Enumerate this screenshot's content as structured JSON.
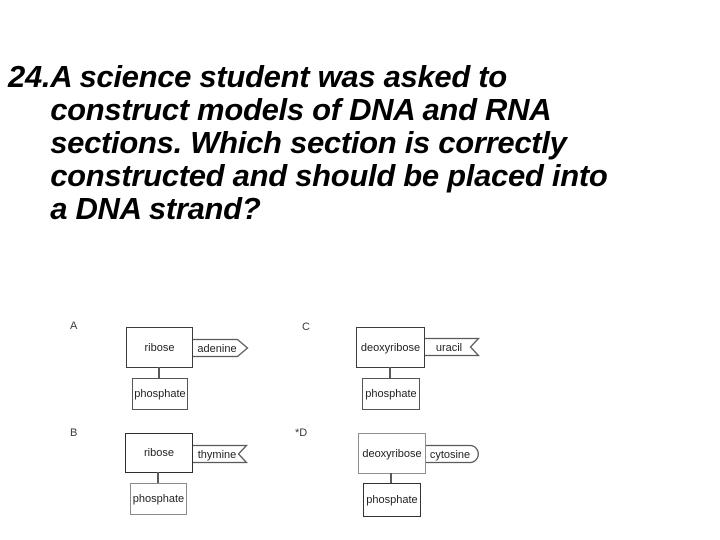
{
  "question": {
    "number": "24.",
    "lines": [
      "A science student was asked to",
      "construct models of DNA and RNA",
      "sections. Which section is correctly",
      "constructed and should be placed into",
      "a DNA strand?"
    ]
  },
  "options": [
    {
      "label": "A",
      "sugar": "ribose",
      "base": "adenine",
      "base_shape": "pointed-tab",
      "phosphate": "phosphate"
    },
    {
      "label": "B",
      "sugar": "ribose",
      "base": "thymine",
      "base_shape": "notched-tab",
      "phosphate": "phosphate"
    },
    {
      "label": "C",
      "sugar": "deoxyribose",
      "base": "uracil",
      "base_shape": "notched-tab",
      "phosphate": "phosphate"
    },
    {
      "label": "*D",
      "sugar": "deoxyribose",
      "base": "cytosine",
      "base_shape": "rounded-tab",
      "phosphate": "phosphate"
    }
  ],
  "colors": {
    "background": "#ffffff",
    "question_text": "#000000",
    "diagram_stroke": "#5a5a5a",
    "diagram_text": "#1f1f1f"
  }
}
